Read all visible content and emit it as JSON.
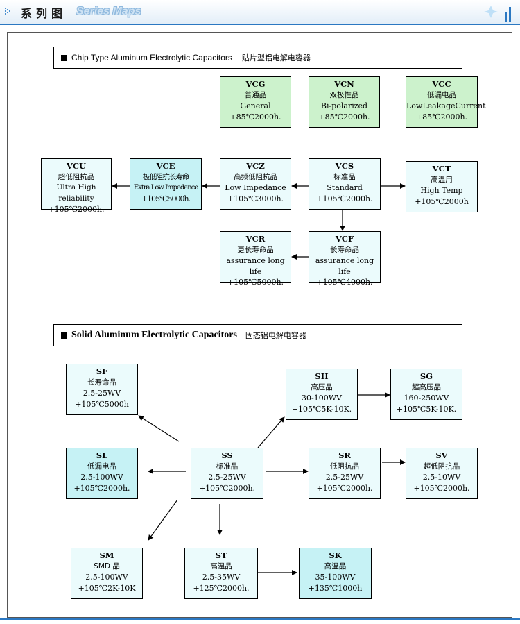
{
  "header": {
    "title_cn": "系列图",
    "title_en": "Series Maps"
  },
  "section1": {
    "title_en": "Chip Type Aluminum Electrolytic Capacitors",
    "title_cn": "贴片型铝电解电容器"
  },
  "section2": {
    "title_en": "Solid Aluminum Electrolytic Capacitors",
    "title_cn": "固态铝电解电容器"
  },
  "chip_boxes": {
    "vcg": {
      "code": "VCG",
      "cn": "普通品",
      "l3": "General",
      "l4": "+85℃2000h."
    },
    "vcn": {
      "code": "VCN",
      "cn": "双极性品",
      "l3": "Bi-polarized",
      "l4": "+85℃2000h."
    },
    "vcc": {
      "code": "VCC",
      "cn": "低漏电品",
      "l3": "LowLeakageCurrent",
      "l4": "+85℃2000h."
    },
    "vcu": {
      "code": "VCU",
      "cn": "超低阻抗品",
      "l3": "Ultra High reliability",
      "l4": "+105℃2000h."
    },
    "vce": {
      "code": "VCE",
      "cn": "极低阻抗长寿命",
      "l3": "Extra Low Impedance",
      "l4": "+105℃5000h."
    },
    "vcz": {
      "code": "VCZ",
      "cn": "高频低阻抗品",
      "l3": "Low Impedance",
      "l4": "+105℃3000h."
    },
    "vcs": {
      "code": "VCS",
      "cn": "标准品",
      "l3": "Standard",
      "l4": "+105℃2000h."
    },
    "vct": {
      "code": "VCT",
      "cn": "高温用",
      "l3": "High Temp",
      "l4": "+105℃2000h"
    },
    "vcr": {
      "code": "VCR",
      "cn": "更长寿命品",
      "l3": "assurance long life",
      "l4": "+105℃5000h."
    },
    "vcf": {
      "code": "VCF",
      "cn": "长寿命品",
      "l3": "assurance long life",
      "l4": "+105℃4000h."
    }
  },
  "solid_boxes": {
    "sf": {
      "code": "SF",
      "cn": "长寿命品",
      "l3": "2.5-25WV",
      "l4": "+105℃5000h"
    },
    "sh": {
      "code": "SH",
      "cn": "高压品",
      "l3": "30-100WV",
      "l4": "+105℃5K-10K."
    },
    "sg": {
      "code": "SG",
      "cn": "超高压品",
      "l3": "160-250WV",
      "l4": "+105℃5K-10K."
    },
    "sl": {
      "code": "SL",
      "cn": "低漏电品",
      "l3": "2.5-100WV",
      "l4": "+105℃2000h."
    },
    "ss": {
      "code": "SS",
      "cn": "标准品",
      "l3": "2.5-25WV",
      "l4": "+105℃2000h."
    },
    "sr": {
      "code": "SR",
      "cn": "低阻抗品",
      "l3": "2.5-25WV",
      "l4": "+105℃2000h."
    },
    "sv": {
      "code": "SV",
      "cn": "超低阻抗品",
      "l3": "2.5-10WV",
      "l4": "+105℃2000h."
    },
    "sm": {
      "code": "SM",
      "cn": "SMD 品",
      "l3": "2.5-100WV",
      "l4": "+105℃2K-10K"
    },
    "st": {
      "code": "ST",
      "cn": "高温品",
      "l3": "2.5-35WV",
      "l4": "+125℃2000h."
    },
    "sk": {
      "code": "SK",
      "cn": "高温品",
      "l3": "35-100WV",
      "l4": "+135℃1000h"
    }
  },
  "colors": {
    "green": "#ccf2cc",
    "light": "#ebfbfc",
    "cyan": "#c6f2f5",
    "accent": "#2b78c2"
  }
}
